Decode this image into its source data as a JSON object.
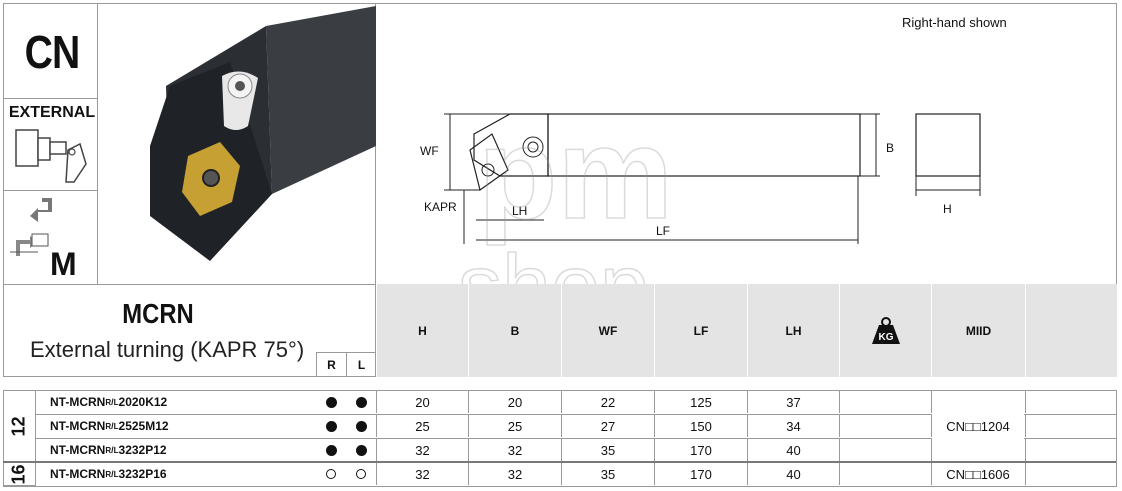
{
  "series_code": "CN",
  "category": "EXTERNAL",
  "mount_letter": "M",
  "note": "Right-hand shown",
  "holder": {
    "name": "MCRN",
    "description": "External turning (KAPR 75°)"
  },
  "hand_headers": {
    "right": "R",
    "left": "L"
  },
  "dimension_labels": {
    "wf": "WF",
    "b": "B",
    "kapr": "KAPR",
    "lh": "LH",
    "lf": "LF",
    "h": "H"
  },
  "columns": [
    "H",
    "B",
    "WF",
    "LF",
    "LH",
    "KG",
    "MIID"
  ],
  "weight_label": "KG",
  "watermark": {
    "line1": "pm",
    "line2": "shop"
  },
  "groups": [
    {
      "label": "12",
      "miid": "CN□□1204",
      "rows": [
        {
          "code_prefix": "NT-MCRN",
          "code_sup": "R",
          "code_sub": "L",
          "code_suffix": "2020K12",
          "r": "filled",
          "l": "filled",
          "H": "20",
          "B": "20",
          "WF": "22",
          "LF": "125",
          "LH": "37"
        },
        {
          "code_prefix": "NT-MCRN",
          "code_sup": "R",
          "code_sub": "L",
          "code_suffix": "2525M12",
          "r": "filled",
          "l": "filled",
          "H": "25",
          "B": "25",
          "WF": "27",
          "LF": "150",
          "LH": "34"
        },
        {
          "code_prefix": "NT-MCRN",
          "code_sup": "R",
          "code_sub": "L",
          "code_suffix": "3232P12",
          "r": "filled",
          "l": "filled",
          "H": "32",
          "B": "32",
          "WF": "35",
          "LF": "170",
          "LH": "40"
        }
      ]
    },
    {
      "label": "16",
      "miid": "CN□□1606",
      "rows": [
        {
          "code_prefix": "NT-MCRN",
          "code_sup": "R",
          "code_sub": "L",
          "code_suffix": "3232P16",
          "r": "open",
          "l": "open",
          "H": "32",
          "B": "32",
          "WF": "35",
          "LF": "170",
          "LH": "40"
        }
      ]
    }
  ],
  "colors": {
    "header_bg": "#e4e4e4",
    "border": "#9a9a9a",
    "holder_body": "#2b2e33",
    "insert": "#c7a034"
  }
}
